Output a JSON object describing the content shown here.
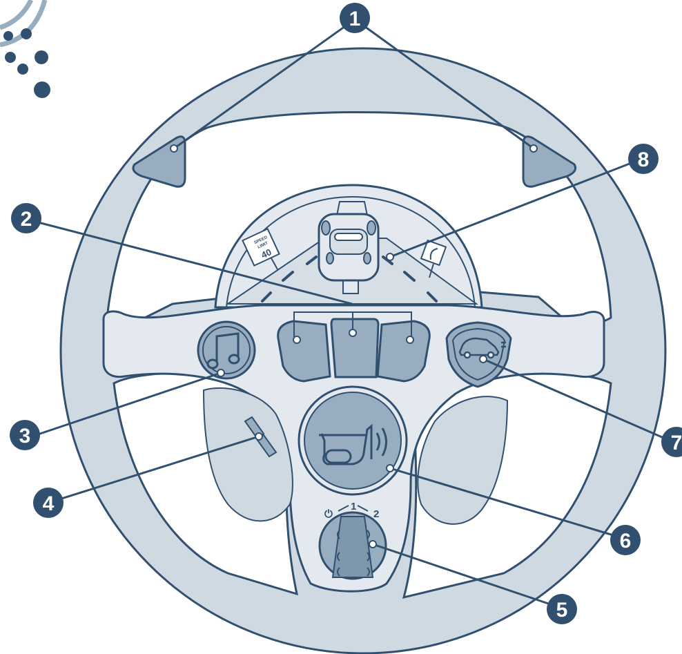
{
  "colors": {
    "outline": "#31506f",
    "rim": "#cfd9e2",
    "hub": "#e3e9ef",
    "button": "#98adc0",
    "shadow": "#c9d3dc",
    "badge": "#31506f",
    "white": "#ffffff"
  },
  "callouts": {
    "c1": "1",
    "c2": "2",
    "c3": "3",
    "c4": "4",
    "c5": "5",
    "c6": "6",
    "c7": "7",
    "c8": "8"
  },
  "selector": {
    "off_symbol": "⏻",
    "pos1": "1",
    "pos2": "2"
  },
  "sign": {
    "line1": "SPEED",
    "line2": "LIMIT",
    "value": "40"
  },
  "icons": {
    "horn": "horn-icon",
    "music": "music-note-icon",
    "car": "car-icon",
    "power": "power-icon"
  }
}
